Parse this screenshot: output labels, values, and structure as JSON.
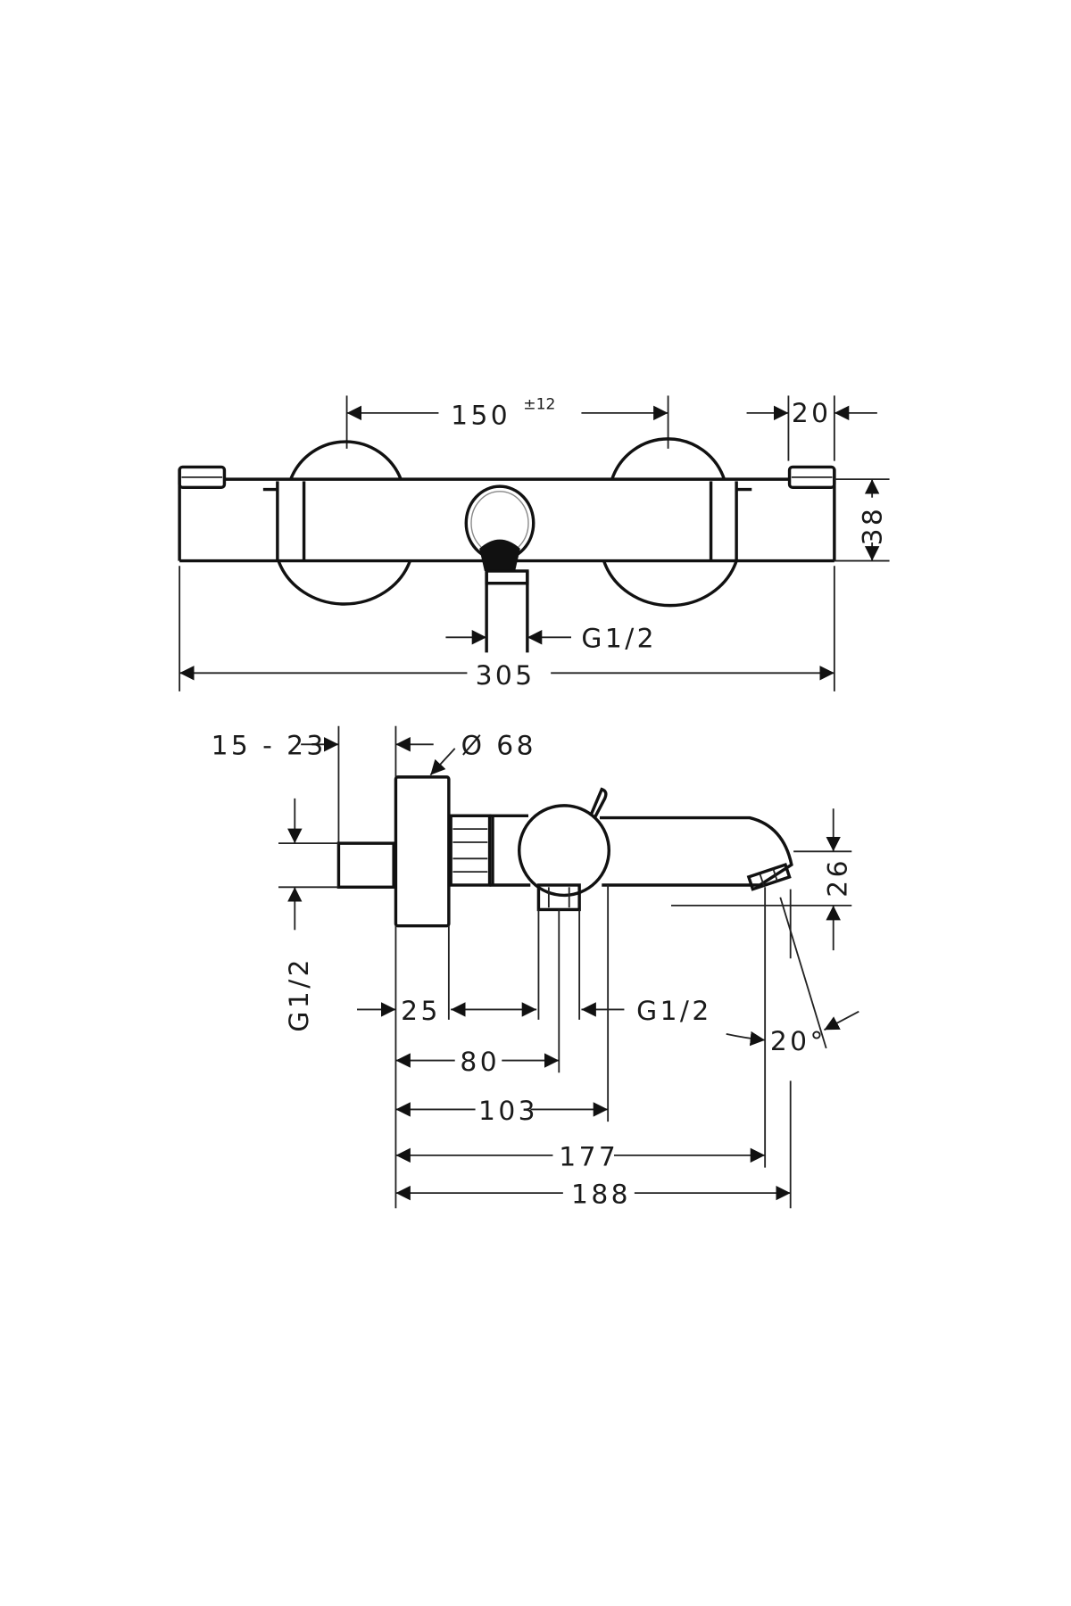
{
  "drawing": {
    "title": "Thermostatic bath mixer dimension drawing",
    "units": "mm",
    "line_color": "#111111",
    "background": "#ffffff"
  },
  "top_view": {
    "centers_distance": {
      "value": "150",
      "tolerance": "±12"
    },
    "cap_width": "20",
    "body_height": "38",
    "outlet_thread": "G1/2",
    "overall_width": "305"
  },
  "side_view": {
    "wall_distance": "15 - 23",
    "rosette_diameter": "Ø 68",
    "inlet_thread": "G1/2",
    "spout_height": "26",
    "dim_25": "25",
    "outlet_thread": "G1/2",
    "angle": "20°",
    "dim_80": "80",
    "dim_103": "103",
    "dim_177": "177",
    "dim_188": "188"
  }
}
